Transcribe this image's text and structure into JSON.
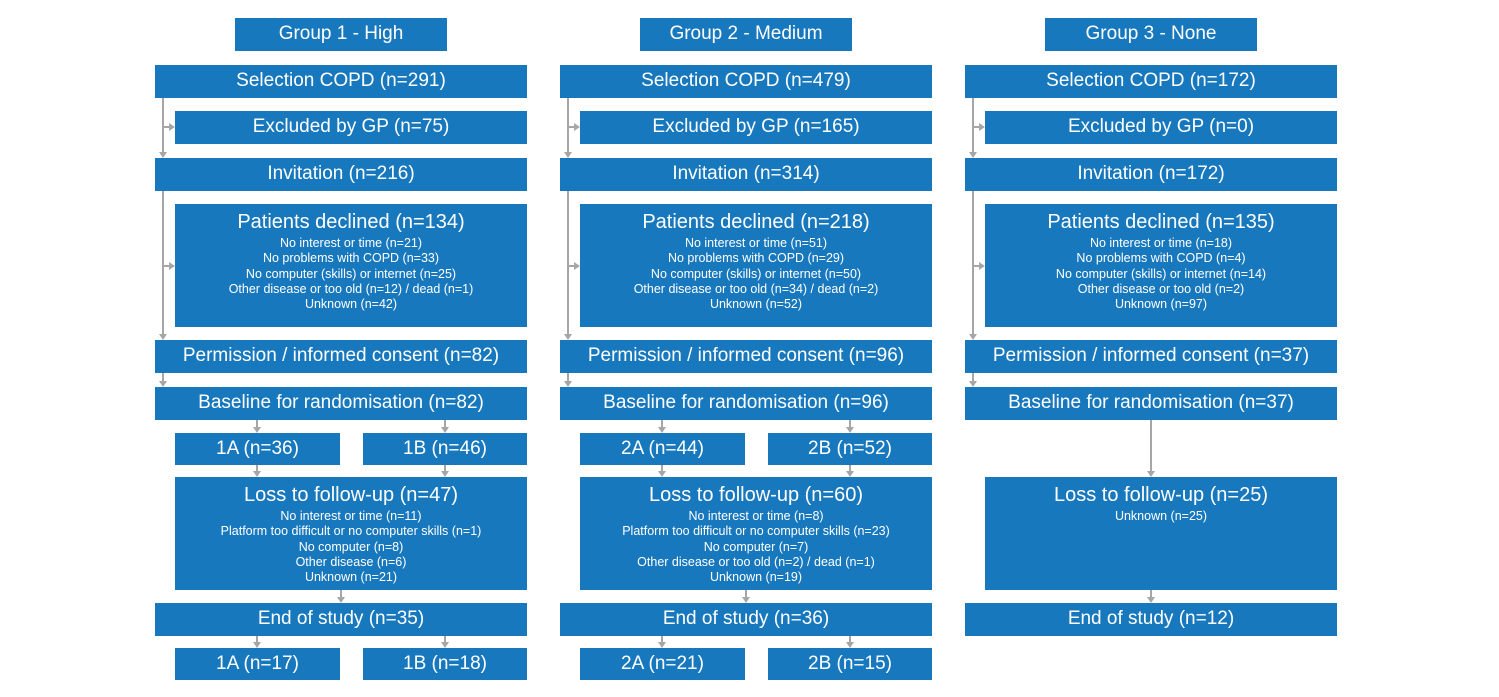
{
  "colors": {
    "box": "#1878be",
    "text": "#ffffff",
    "arrow": "#a6a6a6"
  },
  "groups": [
    {
      "title": "Group 1 - High",
      "selection": "Selection COPD (n=291)",
      "excluded": "Excluded by GP (n=75)",
      "invitation": "Invitation (n=216)",
      "declined": {
        "title": "Patients declined (n=134)",
        "details": [
          "No interest or time (n=21)",
          "No problems with COPD (n=33)",
          "No computer (skills) or internet (n=25)",
          "Other disease or too old (n=12) / dead (n=1)",
          "Unknown (n=42)"
        ]
      },
      "permission": "Permission / informed consent (n=82)",
      "baseline": "Baseline for randomisation (n=82)",
      "arm_a": "1A (n=36)",
      "arm_b": "1B (n=46)",
      "loss": {
        "title": "Loss to follow-up (n=47)",
        "details": [
          "No interest or time (n=11)",
          "Platform too difficult or no computer skills (n=1)",
          "No computer (n=8)",
          "Other disease (n=6)",
          "Unknown (n=21)"
        ]
      },
      "end": "End of study (n=35)",
      "end_a": "1A (n=17)",
      "end_b": "1B (n=18)"
    },
    {
      "title": "Group 2 - Medium",
      "selection": "Selection COPD (n=479)",
      "excluded": "Excluded by GP (n=165)",
      "invitation": "Invitation (n=314)",
      "declined": {
        "title": "Patients declined (n=218)",
        "details": [
          "No interest or time (n=51)",
          "No problems with COPD (n=29)",
          "No computer (skills) or internet (n=50)",
          "Other disease or too old (n=34) / dead (n=2)",
          "Unknown (n=52)"
        ]
      },
      "permission": "Permission / informed consent (n=96)",
      "baseline": "Baseline for randomisation (n=96)",
      "arm_a": "2A (n=44)",
      "arm_b": "2B (n=52)",
      "loss": {
        "title": "Loss to follow-up (n=60)",
        "details": [
          "No interest or time (n=8)",
          "Platform too difficult or no computer skills (n=23)",
          "No computer (n=7)",
          "Other disease or too old (n=2) / dead (n=1)",
          "Unknown (n=19)"
        ]
      },
      "end": "End of study (n=36)",
      "end_a": "2A (n=21)",
      "end_b": "2B (n=15)"
    },
    {
      "title": "Group 3 - None",
      "selection": "Selection COPD (n=172)",
      "excluded": "Excluded by GP (n=0)",
      "invitation": "Invitation (n=172)",
      "declined": {
        "title": "Patients declined (n=135)",
        "details": [
          "No interest or time (n=18)",
          "No problems with COPD (n=4)",
          "No computer (skills) or internet (n=14)",
          "Other disease or too old (n=2)",
          "Unknown (n=97)"
        ]
      },
      "permission": "Permission / informed consent (n=37)",
      "baseline": "Baseline for randomisation (n=37)",
      "loss": {
        "title": "Loss to follow-up (n=25)",
        "details": [
          "Unknown (n=25)"
        ]
      },
      "end": "End of study (n=12)"
    }
  ]
}
